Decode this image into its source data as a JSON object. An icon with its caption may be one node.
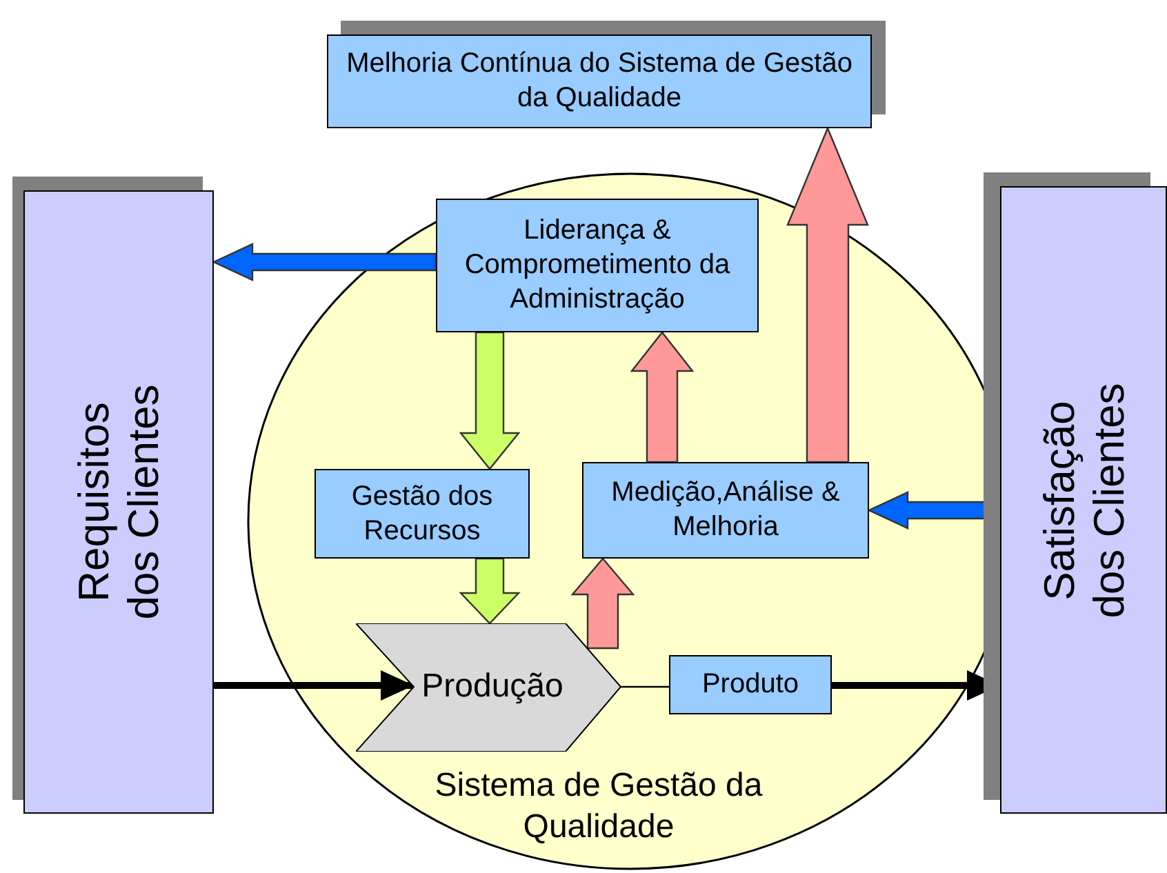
{
  "diagram": {
    "nodes": [
      {
        "text": [
          "Melhoria Contínua do Sistema de Gestão da Qualidade"
        ]
      },
      {
        "text": [
          "Requisitos dos Clientes"
        ]
      },
      {
        "text": [
          "Satisfação dos Clientes"
        ]
      },
      {
        "text": [
          "Sistema de Gestão da Qualidade"
        ]
      },
      {
        "text": [
          "Liderança & Comprometimento da Administração"
        ],
        "in": 3
      },
      {
        "text": [
          "Gestão dos Recursos"
        ],
        "in": 3
      },
      {
        "text": [
          "Medição,Análise & Melhoria"
        ],
        "in": 3
      },
      {
        "text": [
          "Produção"
        ],
        "in": 3
      },
      {
        "text": [
          "Produto"
        ],
        "in": 3
      }
    ],
    "edges": [
      {
        "from": 4,
        "to": 1,
        "arrow": "to",
        "style": "thick",
        "color": "#0066ff"
      },
      {
        "from": 4,
        "to": 5,
        "arrow": "to",
        "style": "thick",
        "color": "#ccff66"
      },
      {
        "from": 6,
        "to": 4,
        "arrow": "to",
        "style": "thick",
        "color": "#ff9999"
      },
      {
        "from": 5,
        "to": 7,
        "arrow": "to",
        "style": "thick",
        "color": "#ccff66"
      },
      {
        "from": 7,
        "to": 6,
        "arrow": "to",
        "style": "thick",
        "color": "#ff9999"
      },
      {
        "from": 6,
        "to": 0,
        "arrow": "to",
        "style": "thick",
        "color": "#ff9999"
      },
      {
        "from": 2,
        "to": 6,
        "arrow": "to",
        "style": "thick",
        "color": "#0066ff"
      },
      {
        "from": 1,
        "to": 7,
        "arrow": "to",
        "color": "#000000"
      },
      {
        "from": 7,
        "to": 8,
        "arrow": "none"
      },
      {
        "from": 8,
        "to": 2,
        "arrow": "to",
        "color": "#000000"
      }
    ]
  }
}
